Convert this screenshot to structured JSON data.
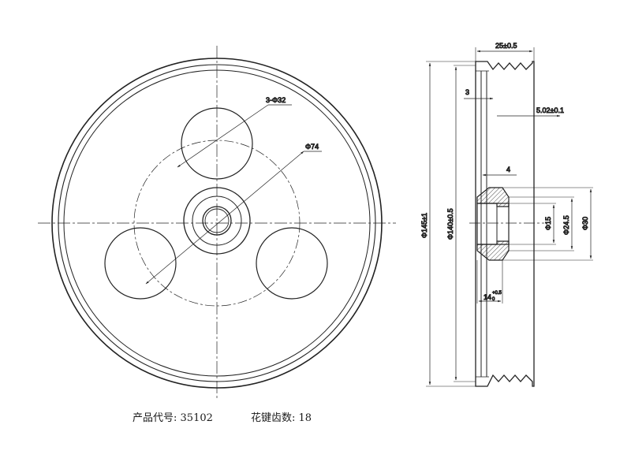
{
  "front_view": {
    "dimensions": {
      "hole_circle": "3-Φ32",
      "pitch_circle": "Φ74"
    }
  },
  "side_view": {
    "dimensions": {
      "width": "25±0.5",
      "flange_depth": "3",
      "groove_pitch": "5.02±0.1",
      "hub_step": "4",
      "outer_diameter": "Φ145±1",
      "groove_diameter": "Φ140±0.5",
      "bore": "Φ15",
      "hub_inner": "Φ24.5",
      "hub_outer": "Φ30",
      "hub_width_base": "14",
      "hub_width_tol": "+0.5",
      "hub_width_tol_low": "0"
    }
  },
  "caption": {
    "product_code_label": "产品代号:",
    "product_code": "35102",
    "spline_teeth_label": "花键齿数:",
    "spline_teeth": "18"
  }
}
